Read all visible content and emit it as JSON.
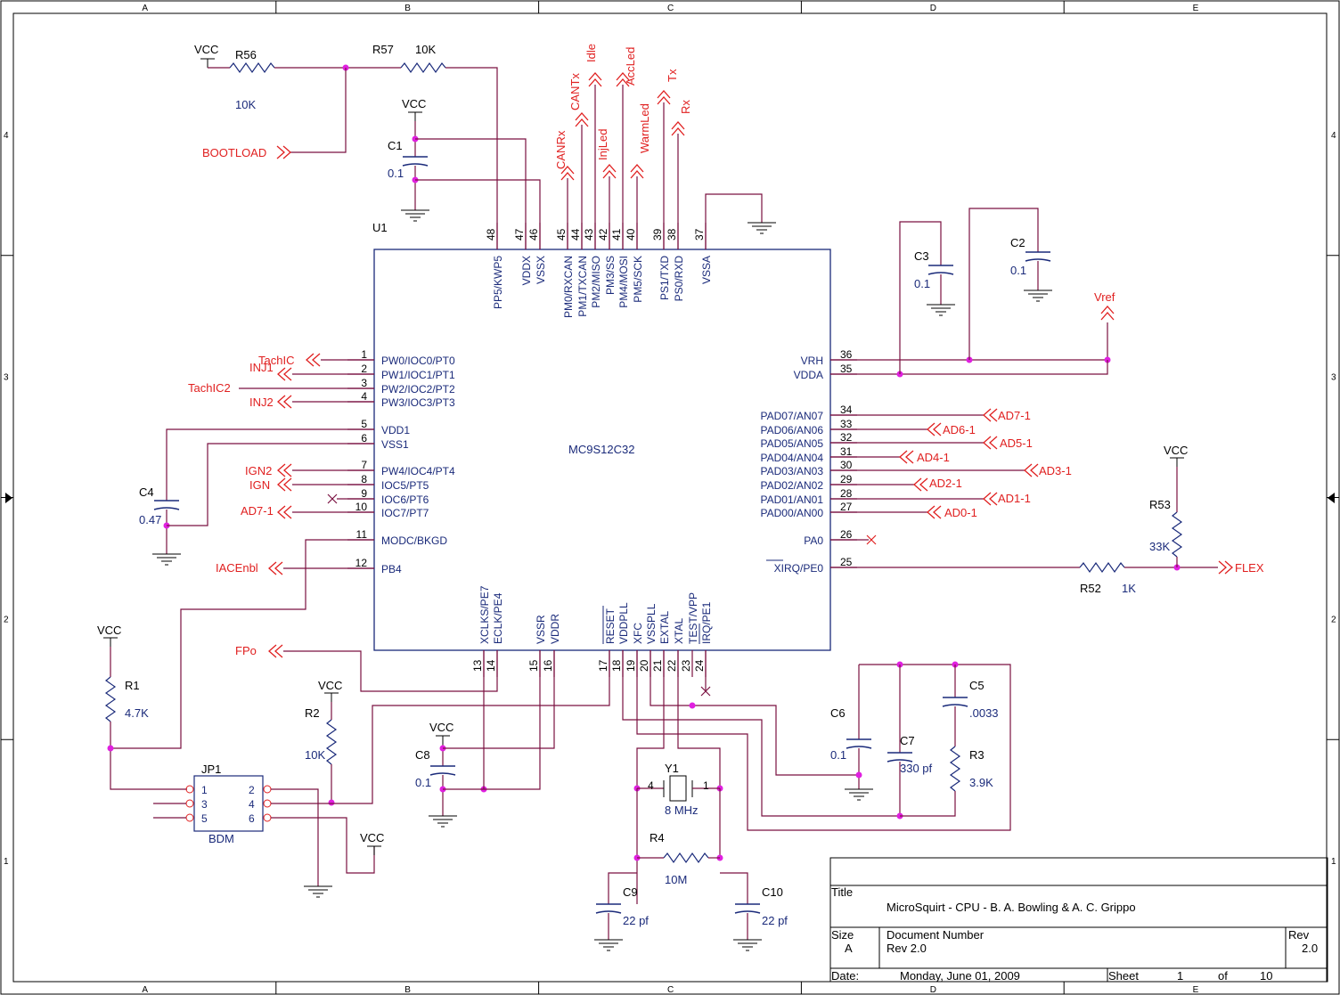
{
  "frame": {
    "cols": [
      "A",
      "B",
      "C",
      "D",
      "E"
    ],
    "rows": [
      "4",
      "3",
      "2",
      "1"
    ]
  },
  "chip": {
    "ref": "U1",
    "name": "MC9S12C32",
    "top_pins": [
      {
        "num": "48",
        "label": "PP5/KWP5"
      },
      {
        "num": "47",
        "label": "VDDX"
      },
      {
        "num": "46",
        "label": "VSSX"
      },
      {
        "num": "45",
        "label": "PM0/RXCAN"
      },
      {
        "num": "44",
        "label": "PM1/TXCAN"
      },
      {
        "num": "43",
        "label": "PM2/MISO"
      },
      {
        "num": "42",
        "label": "PM3/SS"
      },
      {
        "num": "41",
        "label": "PM4/MOSI"
      },
      {
        "num": "40",
        "label": "PM5/SCK"
      },
      {
        "num": "39",
        "label": "PS1/TXD"
      },
      {
        "num": "38",
        "label": "PS0/RXD"
      },
      {
        "num": "37",
        "label": "VSSA"
      }
    ],
    "left_pins": [
      {
        "num": "1",
        "label": "PW0/IOC0/PT0"
      },
      {
        "num": "2",
        "label": "PW1/IOC1/PT1"
      },
      {
        "num": "3",
        "label": "PW2/IOC2/PT2"
      },
      {
        "num": "4",
        "label": "PW3/IOC3/PT3"
      },
      {
        "num": "5",
        "label": "VDD1"
      },
      {
        "num": "6",
        "label": "VSS1"
      },
      {
        "num": "7",
        "label": "PW4/IOC4/PT4"
      },
      {
        "num": "8",
        "label": "IOC5/PT5"
      },
      {
        "num": "9",
        "label": "IOC6/PT6"
      },
      {
        "num": "10",
        "label": "IOC7/PT7"
      },
      {
        "num": "11",
        "label": "MODC/BKGD"
      },
      {
        "num": "12",
        "label": "PB4"
      }
    ],
    "right_pins": [
      {
        "num": "36",
        "label": "VRH"
      },
      {
        "num": "35",
        "label": "VDDA"
      },
      {
        "num": "34",
        "label": "PAD07/AN07"
      },
      {
        "num": "33",
        "label": "PAD06/AN06"
      },
      {
        "num": "32",
        "label": "PAD05/AN05"
      },
      {
        "num": "31",
        "label": "PAD04/AN04"
      },
      {
        "num": "30",
        "label": "PAD03/AN03"
      },
      {
        "num": "29",
        "label": "PAD02/AN02"
      },
      {
        "num": "28",
        "label": "PAD01/AN01"
      },
      {
        "num": "27",
        "label": "PAD00/AN00"
      },
      {
        "num": "26",
        "label": "PA0"
      },
      {
        "num": "25",
        "label": "XIRQ/PE0"
      }
    ],
    "bottom_pins": [
      {
        "num": "13",
        "label": "XCLKS/PE7"
      },
      {
        "num": "14",
        "label": "ECLK/PE4"
      },
      {
        "num": "15",
        "label": "VSSR"
      },
      {
        "num": "16",
        "label": "VDDR"
      },
      {
        "num": "17",
        "label": "RESET"
      },
      {
        "num": "18",
        "label": "VDDPLL"
      },
      {
        "num": "19",
        "label": "XFC"
      },
      {
        "num": "20",
        "label": "VSSPLL"
      },
      {
        "num": "21",
        "label": "EXTAL"
      },
      {
        "num": "22",
        "label": "XTAL"
      },
      {
        "num": "23",
        "label": "TEST/VPP"
      },
      {
        "num": "24",
        "label": "IRQ/PE1"
      }
    ]
  },
  "nets": {
    "top": [
      "CANRx",
      "CANTx",
      "Idle",
      "InjLed",
      "AccLed",
      "WarmLed",
      "Tx",
      "Rx"
    ],
    "left": [
      "TachIC",
      "INJ1",
      "TachIC2",
      "INJ2",
      "IGN2",
      "IGN",
      "AD7-1",
      "IACEnbl",
      "FPo",
      "BOOTLOAD"
    ],
    "right": [
      "AD7-1",
      "AD6-1",
      "AD5-1",
      "AD4-1",
      "AD3-1",
      "AD2-1",
      "AD1-1",
      "AD0-1",
      "Vref",
      "FLEX"
    ],
    "vcc": "VCC"
  },
  "components": {
    "R56": {
      "ref": "R56",
      "value": "10K"
    },
    "R57": {
      "ref": "R57",
      "value": "10K"
    },
    "C1": {
      "ref": "C1",
      "value": "0.1"
    },
    "C2": {
      "ref": "C2",
      "value": "0.1"
    },
    "C3": {
      "ref": "C3",
      "value": "0.1"
    },
    "C4": {
      "ref": "C4",
      "value": "0.47"
    },
    "C5": {
      "ref": "C5",
      "value": ".0033"
    },
    "C6": {
      "ref": "C6",
      "value": "0.1"
    },
    "C7": {
      "ref": "C7",
      "value": "330 pf"
    },
    "C8": {
      "ref": "C8",
      "value": "0.1"
    },
    "C9": {
      "ref": "C9",
      "value": "22 pf"
    },
    "C10": {
      "ref": "C10",
      "value": "22 pf"
    },
    "R1": {
      "ref": "R1",
      "value": "4.7K"
    },
    "R2": {
      "ref": "R2",
      "value": "10K"
    },
    "R3": {
      "ref": "R3",
      "value": "3.9K"
    },
    "R4": {
      "ref": "R4",
      "value": "10M"
    },
    "R52": {
      "ref": "R52",
      "value": "1K"
    },
    "R53": {
      "ref": "R53",
      "value": "33K"
    },
    "Y1": {
      "ref": "Y1",
      "value": "8 MHz",
      "pin_a": "4",
      "pin_b": "1"
    },
    "JP1": {
      "ref": "JP1",
      "name": "BDM",
      "pins": [
        "1",
        "2",
        "3",
        "4",
        "5",
        "6"
      ]
    }
  },
  "title_block": {
    "title_label": "Title",
    "title": "MicroSquirt - CPU - B. A. Bowling & A. C. Grippo",
    "size_label": "Size",
    "size": "A",
    "docnum_label": "Document Number",
    "docnum": "Rev 2.0",
    "rev_label": "Rev",
    "rev": "2.0",
    "date_label": "Date:",
    "date": "Monday, June 01, 2009",
    "sheet_label": "Sheet",
    "sheet": "1",
    "of_label": "of",
    "sheets": "10"
  }
}
